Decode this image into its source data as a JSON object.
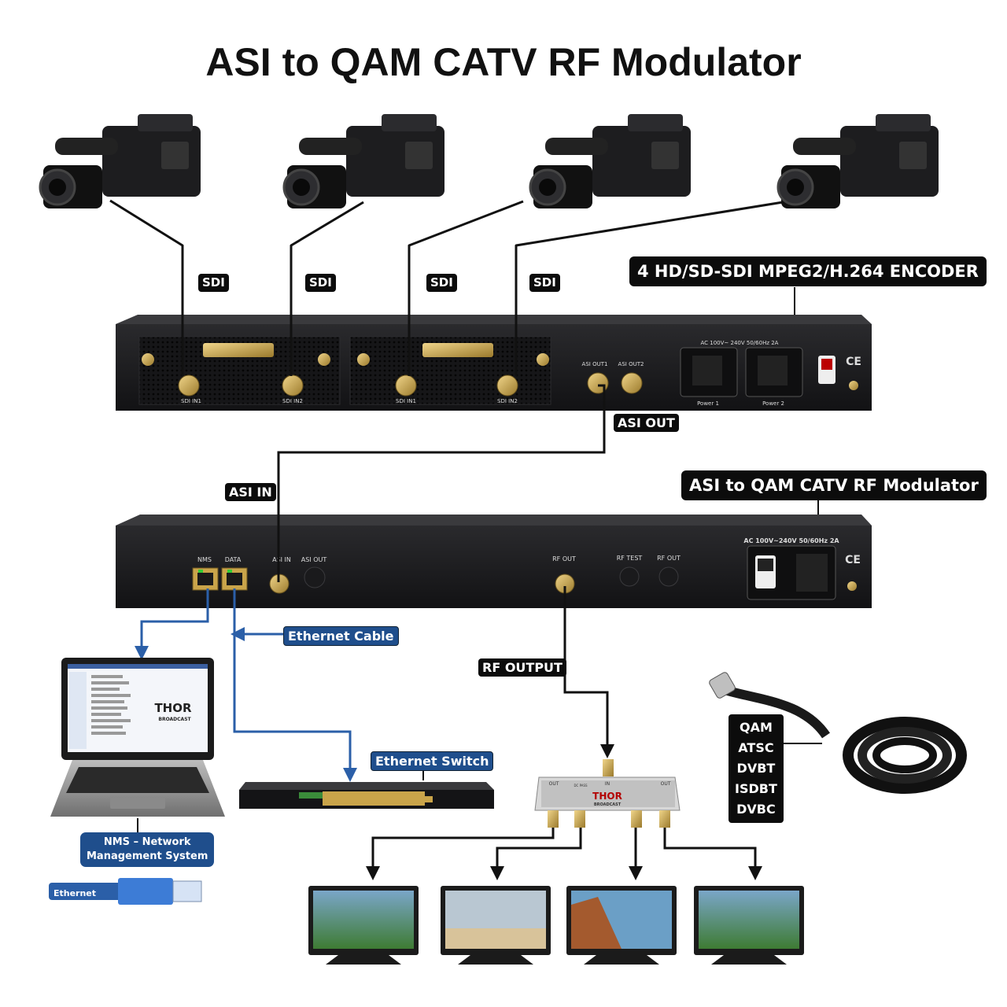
{
  "title": "ASI to QAM CATV RF Modulator",
  "labels": {
    "sdi": "SDI",
    "encoder": "4 HD/SD-SDI MPEG2/H.264 ENCODER",
    "asi_out": "ASI OUT",
    "asi_in": "ASI IN",
    "modulator": "ASI to QAM CATV RF Modulator",
    "ethernet_cable": "Ethernet Cable",
    "rf_output": "RF OUTPUT",
    "ethernet_switch": "Ethernet Switch",
    "nms_line1": "NMS – Network",
    "nms_line2": "Management System",
    "ethernet_plug": "Ethernet"
  },
  "standards": [
    "QAM",
    "ATSC",
    "DVBT",
    "ISDBT",
    "DVBC"
  ],
  "encoder_panel": {
    "sdi_in1": "SDI IN1",
    "sdi_in2": "SDI IN2",
    "asi_out1": "ASI OUT1",
    "asi_out2": "ASI OUT2",
    "power_rating": "AC 100V~ 240V  50/60Hz 2A",
    "power1": "Power 1",
    "power2": "Power 2",
    "ce": "CE"
  },
  "modulator_panel": {
    "nms": "NMS",
    "data": "DATA",
    "asi_in": "ASI IN",
    "asi_out": "ASI OUT",
    "rf_out": "RF OUT",
    "rf_test": "RF TEST",
    "rf_out2": "RF OUT",
    "power_rating": "AC 100V~240V 50/60Hz 2A",
    "ce": "CE"
  },
  "brand": {
    "name": "THOR",
    "sub": "BROADCAST"
  },
  "splitter": {
    "out": "OUT",
    "in": "IN",
    "dc_pass": "DC PASS"
  },
  "colors": {
    "device": "#1c1c1e",
    "blue_tag": "#1f4e8c",
    "blue_line": "#2b5fa8",
    "field_green": "#3f7a2e",
    "brass": "#c9a44a"
  }
}
